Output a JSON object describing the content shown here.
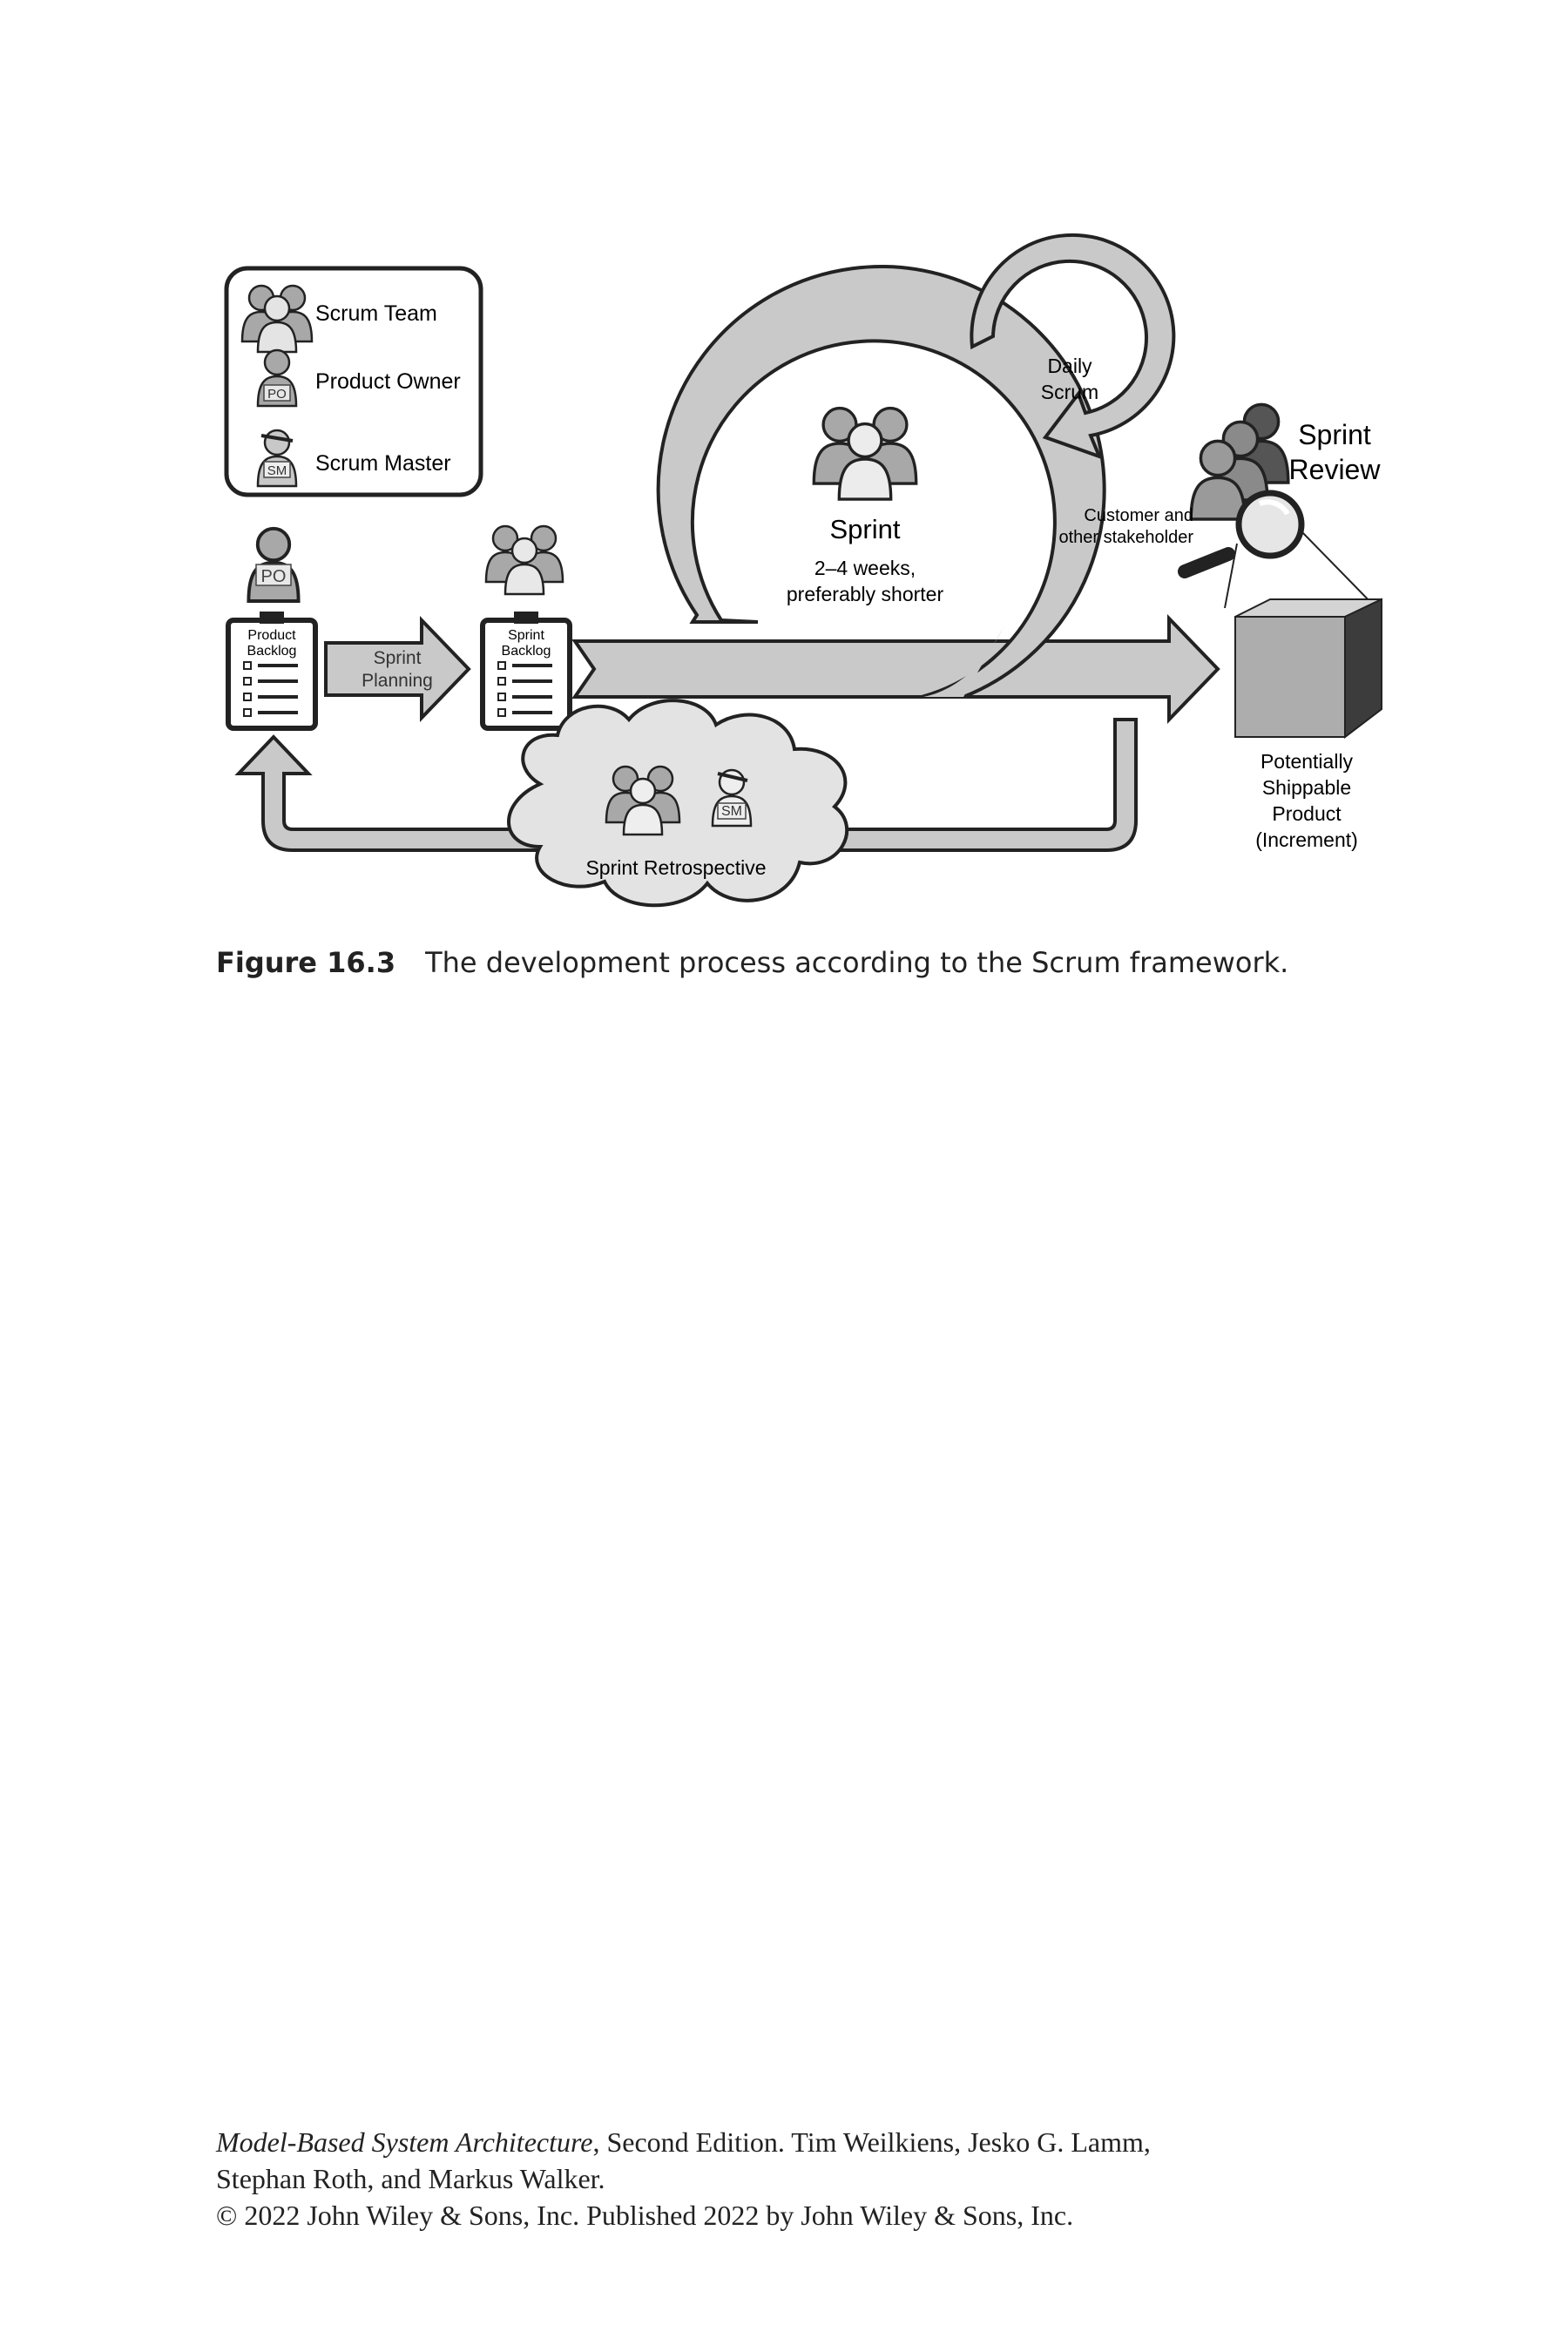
{
  "legend": {
    "scrum_team": "Scrum Team",
    "product_owner": "Product Owner",
    "scrum_master": "Scrum Master",
    "po_badge": "PO",
    "sm_badge": "SM"
  },
  "product_backlog": {
    "po_badge": "PO",
    "label_line1": "Product",
    "label_line2": "Backlog"
  },
  "sprint_planning": {
    "line1": "Sprint",
    "line2": "Planning"
  },
  "sprint_backlog": {
    "line1": "Sprint",
    "line2": "Backlog"
  },
  "sprint": {
    "title": "Sprint",
    "duration_line1": "2–4 weeks,",
    "duration_line2": "preferably shorter"
  },
  "daily_scrum": {
    "line1": "Daily",
    "line2": "Scrum"
  },
  "sprint_review": {
    "line1": "Sprint",
    "line2": "Review",
    "stakeholder_line1": "Customer and",
    "stakeholder_line2": "other stakeholder"
  },
  "increment": {
    "line1": "Potentially",
    "line2": "Shippable",
    "line3": "Product",
    "line4": "(Increment)"
  },
  "retrospective": {
    "label": "Sprint Retrospective",
    "sm_badge": "SM"
  },
  "caption": {
    "number": "Figure 16.3",
    "text": "The development process according to the Scrum framework."
  },
  "footer": {
    "book_title": "Model-Based System Architecture",
    "line1_rest": ", Second Edition. Tim Weilkiens, Jesko G. Lamm,",
    "line2": "Stephan Roth, and Markus Walker.",
    "line3": "© 2022 John Wiley & Sons, Inc. Published 2022 by John Wiley & Sons, Inc."
  }
}
